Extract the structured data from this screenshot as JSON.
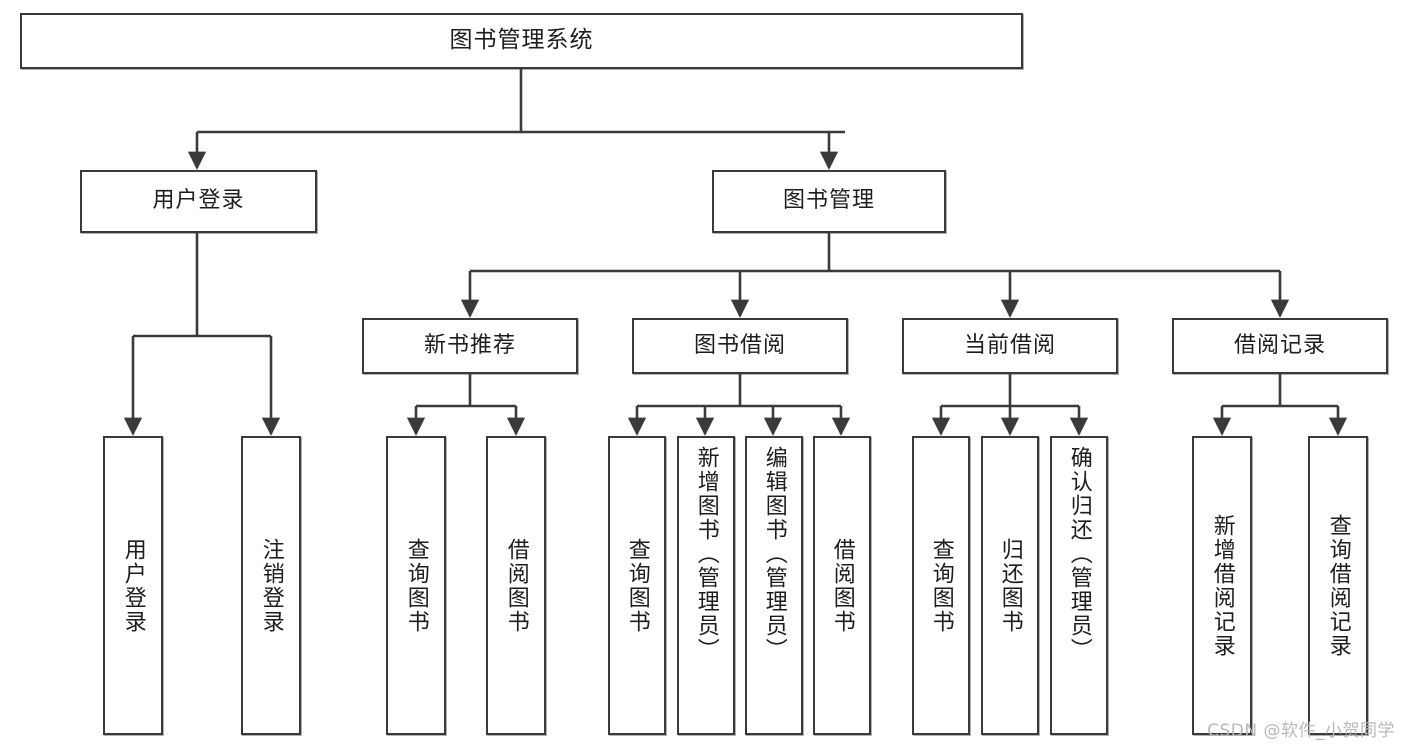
{
  "diagram": {
    "type": "tree",
    "title": "图书管理系统",
    "watermark": "CSDN @软件_小贺同学",
    "colors": {
      "node_border": "#3a3a3a",
      "node_fill": "#ffffff",
      "connector": "#3a3a3a",
      "text": "#1d1d1d",
      "watermark": "#b9b9b9",
      "background": "#ffffff"
    },
    "root": {
      "label": "图书管理系统"
    },
    "level2": [
      {
        "label": "用户登录"
      },
      {
        "label": "图书管理"
      }
    ],
    "level3": [
      {
        "label": "新书推荐"
      },
      {
        "label": "图书借阅"
      },
      {
        "label": "当前借阅"
      },
      {
        "label": "借阅记录"
      }
    ],
    "leaves": {
      "user_login": [
        {
          "label": "用户登录"
        },
        {
          "label": "注销登录"
        }
      ],
      "new_book_recommend": [
        {
          "label": "查询图书"
        },
        {
          "label": "借阅图书"
        }
      ],
      "book_borrow": [
        {
          "label": "查询图书"
        },
        {
          "label": "新增图书（管理员）"
        },
        {
          "label": "编辑图书（管理员）"
        },
        {
          "label": "借阅图书"
        }
      ],
      "current_borrow": [
        {
          "label": "查询图书"
        },
        {
          "label": "归还图书"
        },
        {
          "label": "确认归还（管理员）"
        }
      ],
      "borrow_record": [
        {
          "label": "新增借阅记录"
        },
        {
          "label": "查询借阅记录"
        }
      ]
    }
  }
}
